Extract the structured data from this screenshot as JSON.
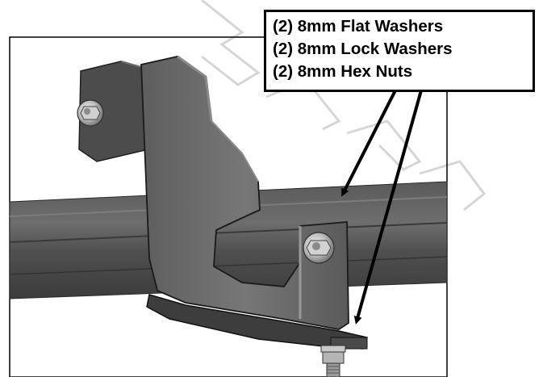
{
  "callout": {
    "lines": [
      "(2) 8mm Flat Washers",
      "(2) 8mm Lock Washers",
      "(2) 8mm Hex Nuts"
    ]
  },
  "colors": {
    "metal_dark": "#4a4a4a",
    "metal_mid": "#6a6a6a",
    "metal_light": "#8c8c8c",
    "rail": "#555555",
    "outline": "#000000",
    "watermark": "#d8d8d8"
  },
  "icons": {
    "hardware": "hex-nut-with-washer",
    "arrows": "pointer-arrow"
  }
}
